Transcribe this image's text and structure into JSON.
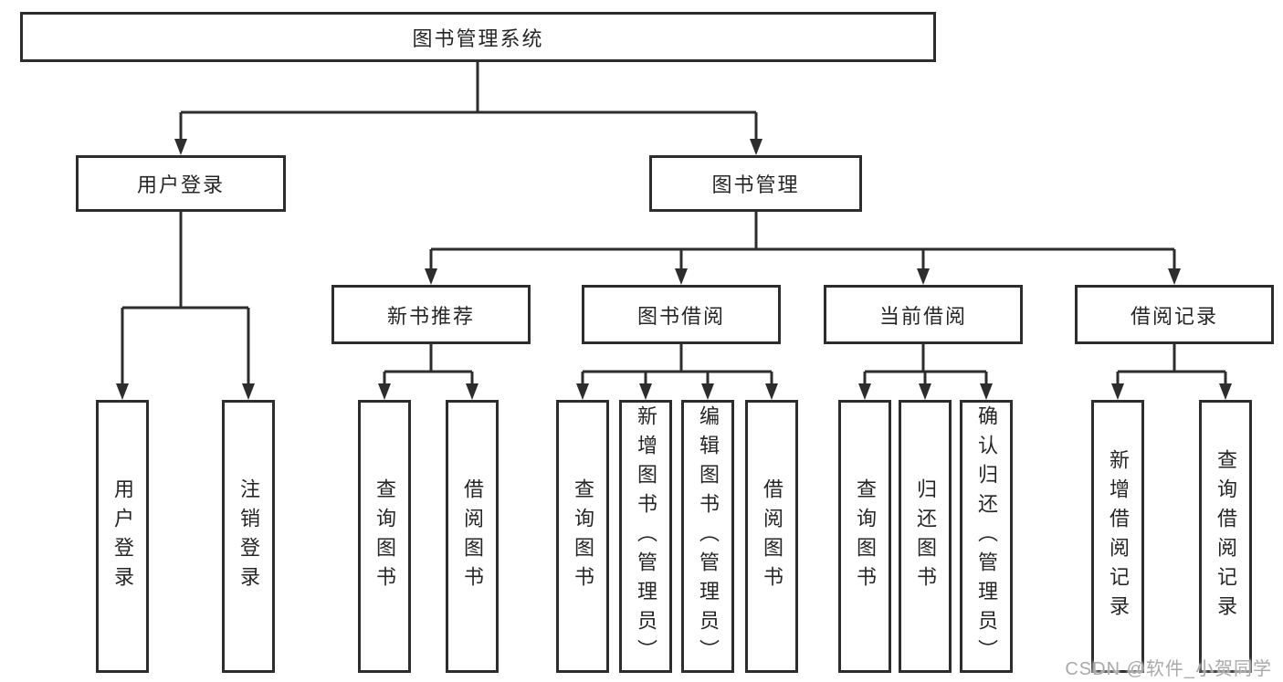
{
  "diagram_title": "图书管理系统",
  "nodes": {
    "root": "图书管理系统",
    "l2": [
      "用户登录",
      "图书管理"
    ],
    "l3": [
      "新书推荐",
      "图书借阅",
      "当前借阅",
      "借阅记录"
    ],
    "l4_user": [
      "用户登录",
      "注销登录"
    ],
    "l4_new": [
      "查询图书",
      "借阅图书"
    ],
    "l4_borrow": [
      "查询图书",
      "新增图书（管理员）",
      "编辑图书（管理员）",
      "借阅图书"
    ],
    "l4_current": [
      "查询图书",
      "归还图书",
      "确认归还（管理员）"
    ],
    "l4_records": [
      "新增借阅记录",
      "查询借阅记录"
    ]
  },
  "watermark": {
    "text": "CSDN @软件_小贺同学"
  },
  "colors": {
    "line": "#2d2d2d",
    "text": "#262626",
    "watermark": "#a9a9a9",
    "background": "#ffffff"
  }
}
